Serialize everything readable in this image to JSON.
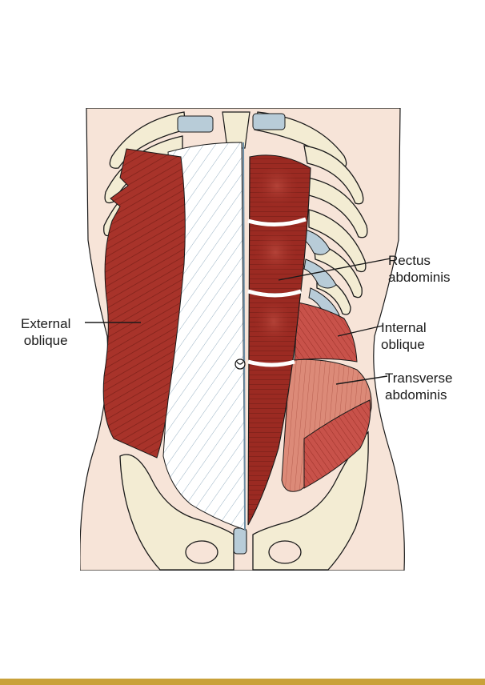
{
  "labels": {
    "external_oblique": [
      "External",
      "oblique"
    ],
    "rectus_abdominis": [
      "Rectus",
      "abdominis"
    ],
    "internal_oblique": [
      "Internal",
      "oblique"
    ],
    "transverse_abdominis": [
      "Transverse",
      "abdominis"
    ]
  },
  "colors": {
    "muscle": "#a8332a",
    "muscle_dark": "#7e2119",
    "muscle_light": "#d4685a",
    "bone": "#f3ecd3",
    "skin": "#f7e4d8",
    "cartilage": "#b8ccd8",
    "aponeurosis": "#ffffff",
    "footer_bar": "#c9a13a"
  }
}
